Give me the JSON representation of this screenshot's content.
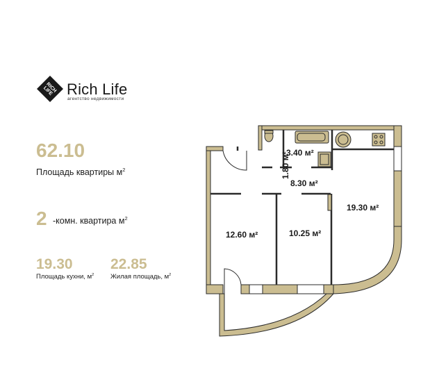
{
  "logo": {
    "name": "Rich Life",
    "subtitle": "агентство недвижимости",
    "mark_text": "RICH LIFE"
  },
  "stats": {
    "total_area": {
      "value": "62.10",
      "label": "Площадь квартиры м",
      "unit_sup": "2"
    },
    "rooms": {
      "value": "2",
      "label": "-комн. квартира м",
      "unit_sup": "2"
    },
    "kitchen_area": {
      "value": "19.30",
      "label": "Площадь кухни, м",
      "unit_sup": "2"
    },
    "living_area": {
      "value": "22.85",
      "label": "Жилая площадь, м",
      "unit_sup": "2"
    }
  },
  "plan": {
    "rooms": [
      {
        "name": "toilet",
        "area": "1.80 м²"
      },
      {
        "name": "bathroom",
        "area": "3.40 м²"
      },
      {
        "name": "hallway",
        "area": "8.30 м²"
      },
      {
        "name": "kitchen-living",
        "area": "19.30 м²"
      },
      {
        "name": "bedroom-1",
        "area": "12.60 м²"
      },
      {
        "name": "bedroom-2",
        "area": "10.25 м²"
      }
    ]
  },
  "colors": {
    "accent": "#cbbd91",
    "wall": "#cbbd91",
    "outline": "#2a2a2a"
  }
}
